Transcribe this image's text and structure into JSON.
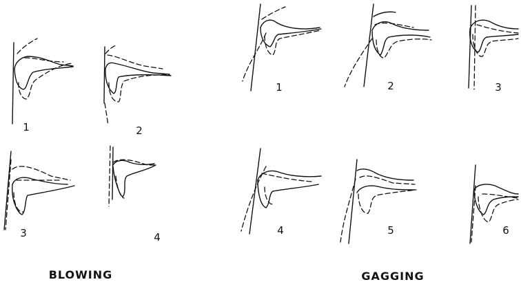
{
  "groups": [
    {
      "caption": "BLOWING",
      "panels": [
        {
          "label": "1"
        },
        {
          "label": "2"
        },
        {
          "label": "3"
        },
        {
          "label": "4"
        }
      ]
    },
    {
      "caption": "GAGGING",
      "panels": [
        {
          "label": "1"
        },
        {
          "label": "2"
        },
        {
          "label": "3"
        },
        {
          "label": "4"
        },
        {
          "label": "5"
        },
        {
          "label": "6"
        }
      ]
    }
  ]
}
